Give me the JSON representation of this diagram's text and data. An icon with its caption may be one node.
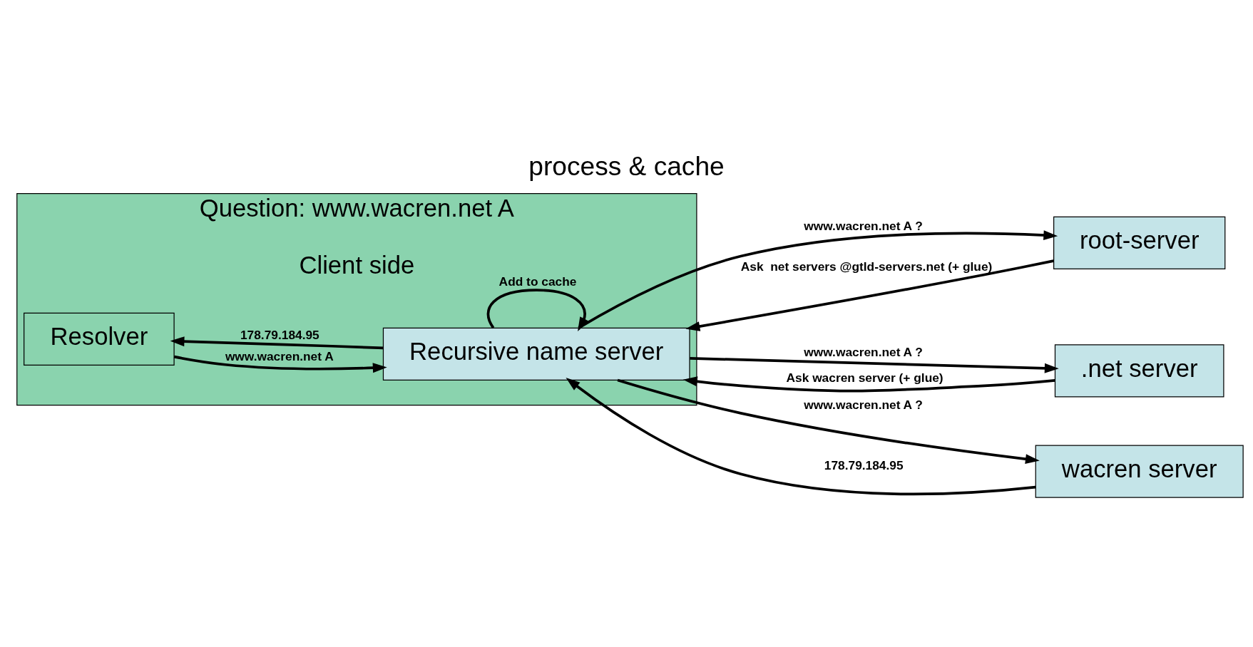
{
  "diagram": {
    "title": "process & cache",
    "nodes": [
      {
        "text": [
          "Question: www.wacren.net A",
          "Client side"
        ]
      },
      {
        "text": [
          "Resolver"
        ],
        "in": 0
      },
      {
        "text": [
          "Recursive name server"
        ],
        "in": 0
      },
      {
        "text": [
          "root-server"
        ]
      },
      {
        "text": [
          ".net server"
        ]
      },
      {
        "text": [
          "wacren server"
        ]
      }
    ],
    "edges": [
      {
        "from": 1,
        "to": 2,
        "arrow": "to",
        "label": "www.wacren.net A"
      },
      {
        "from": 2,
        "to": 1,
        "arrow": "to",
        "label": "178.79.184.95"
      },
      {
        "from": 2,
        "to": 2,
        "arrow": "to",
        "label": "Add to cache"
      },
      {
        "from": 2,
        "to": 3,
        "arrow": "to",
        "label": "www.wacren.net A ?"
      },
      {
        "from": 3,
        "to": 2,
        "arrow": "to",
        "label": "Ask  net servers @gtld-servers.net (+ glue)"
      },
      {
        "from": 2,
        "to": 4,
        "arrow": "to",
        "label": "www.wacren.net A ?"
      },
      {
        "from": 4,
        "to": 2,
        "arrow": "to",
        "label": "Ask wacren server (+ glue)"
      },
      {
        "from": 2,
        "to": 5,
        "arrow": "to",
        "label": "www.wacren.net A ?"
      },
      {
        "from": 5,
        "to": 2,
        "arrow": "to",
        "label": "178.79.184.95"
      }
    ]
  }
}
